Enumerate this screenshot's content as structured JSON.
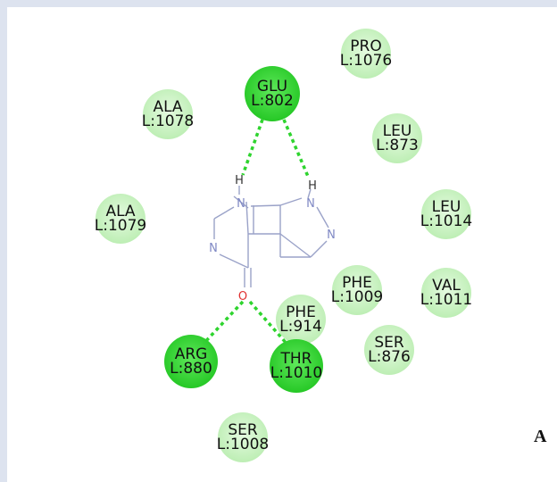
{
  "residues": [
    {
      "id": "pro1076",
      "name": "PRO",
      "pos": "L:1076",
      "kind": "vdw"
    },
    {
      "id": "glu802",
      "name": "GLU",
      "pos": "L:802",
      "kind": "hbond"
    },
    {
      "id": "ala1078",
      "name": "ALA",
      "pos": "L:1078",
      "kind": "vdw"
    },
    {
      "id": "leu873",
      "name": "LEU",
      "pos": "L:873",
      "kind": "vdw"
    },
    {
      "id": "ala1079",
      "name": "ALA",
      "pos": "L:1079",
      "kind": "vdw"
    },
    {
      "id": "leu1014",
      "name": "LEU",
      "pos": "L:1014",
      "kind": "vdw"
    },
    {
      "id": "phe1009",
      "name": "PHE",
      "pos": "L:1009",
      "kind": "vdw"
    },
    {
      "id": "val1011",
      "name": "VAL",
      "pos": "L:1011",
      "kind": "vdw"
    },
    {
      "id": "phe914",
      "name": "PHE",
      "pos": "L:914",
      "kind": "vdw"
    },
    {
      "id": "ser876",
      "name": "SER",
      "pos": "L:876",
      "kind": "vdw"
    },
    {
      "id": "arg880",
      "name": "ARG",
      "pos": "L:880",
      "kind": "hbond"
    },
    {
      "id": "thr1010",
      "name": "THR",
      "pos": "L:1010",
      "kind": "hbond"
    },
    {
      "id": "ser1008",
      "name": "SER",
      "pos": "L:1008",
      "kind": "vdw"
    }
  ],
  "ligand_atoms": {
    "h1": "H",
    "n1": "N",
    "h2": "H",
    "n2": "N",
    "n3": "N",
    "n4": "N",
    "o1": "O"
  },
  "colors": {
    "vdw": "#c8f0c0",
    "hbond": "#38d838",
    "bond_line": "#2ed42e",
    "ligand": "#9aa2c8",
    "nitrogen": "#7f88c4",
    "oxygen": "#e03030"
  },
  "panel_label": "A"
}
